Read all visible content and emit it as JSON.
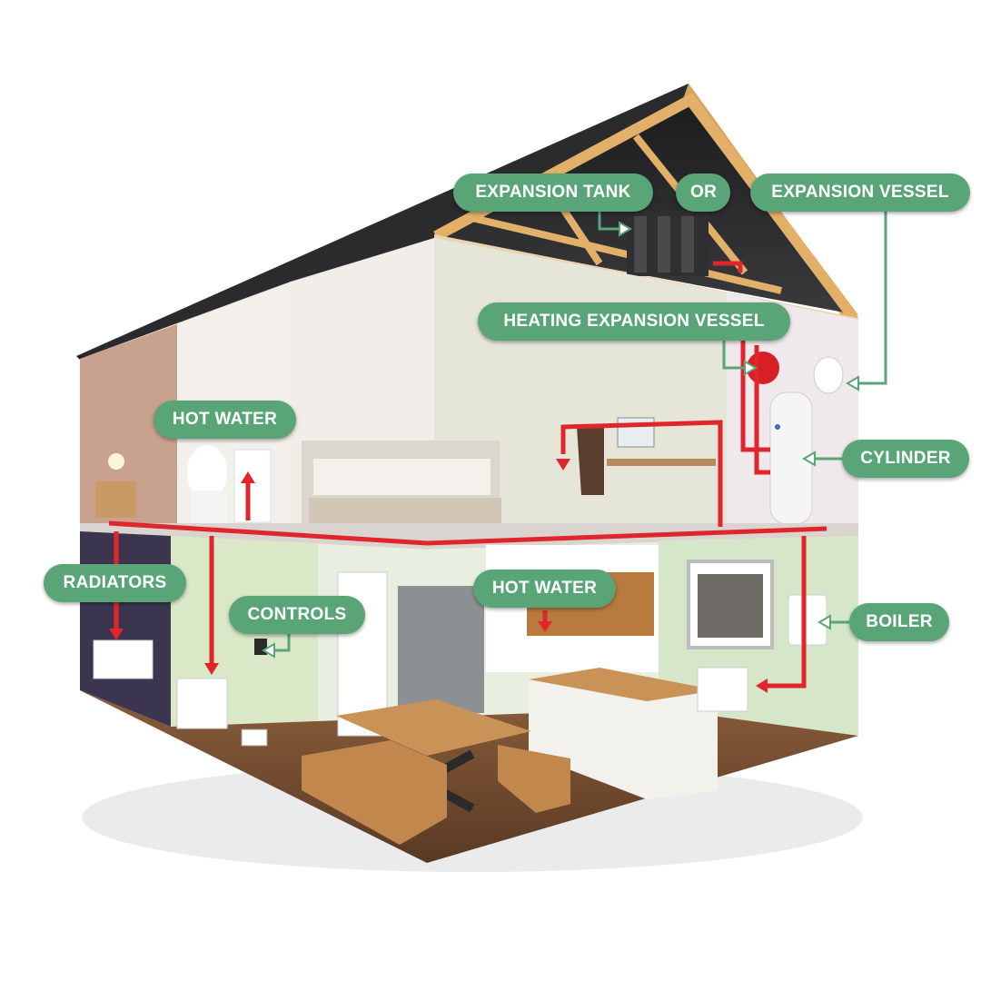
{
  "labels": {
    "expansion_tank": "EXPANSION TANK",
    "or": "OR",
    "expansion_vessel": "EXPANSION VESSEL",
    "heating_expansion_vessel": "HEATING EXPANSION VESSEL",
    "hot_water_upstairs": "HOT WATER",
    "cylinder": "CYLINDER",
    "radiators": "RADIATORS",
    "controls": "CONTROLS",
    "hot_water_kitchen": "HOT WATER",
    "boiler": "BOILER"
  },
  "colors": {
    "label_bg": "#5aa578",
    "label_text": "#ffffff",
    "pipe_red": "#e0262b",
    "connector_green": "#5aa578",
    "roof_dark": "#2b2b2d",
    "timber": "#d9a55a",
    "wall_green": "#d6e6c8"
  }
}
